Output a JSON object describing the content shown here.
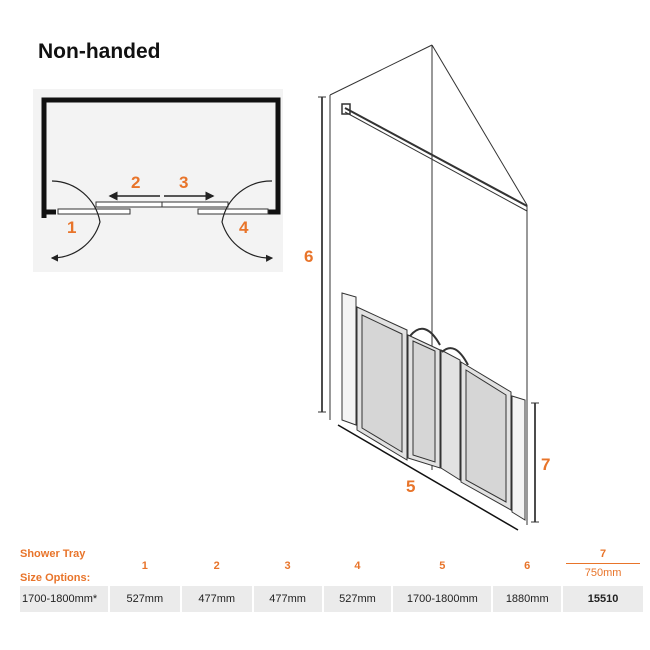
{
  "title": "Non-handed",
  "accent_color": "#e8742a",
  "plan_labels": [
    "1",
    "2",
    "3",
    "4"
  ],
  "elevation_labels": {
    "height": "6",
    "width": "5",
    "side": "7"
  },
  "table": {
    "header_line1": "Shower Tray",
    "header_line2": "Size Options:",
    "columns": [
      "1",
      "2",
      "3",
      "4",
      "5",
      "6",
      "7"
    ],
    "col7_sub": "750mm",
    "row": [
      "1700-1800mm*",
      "527mm",
      "477mm",
      "477mm",
      "527mm",
      "1700-1800mm",
      "1880mm",
      "15510"
    ]
  }
}
